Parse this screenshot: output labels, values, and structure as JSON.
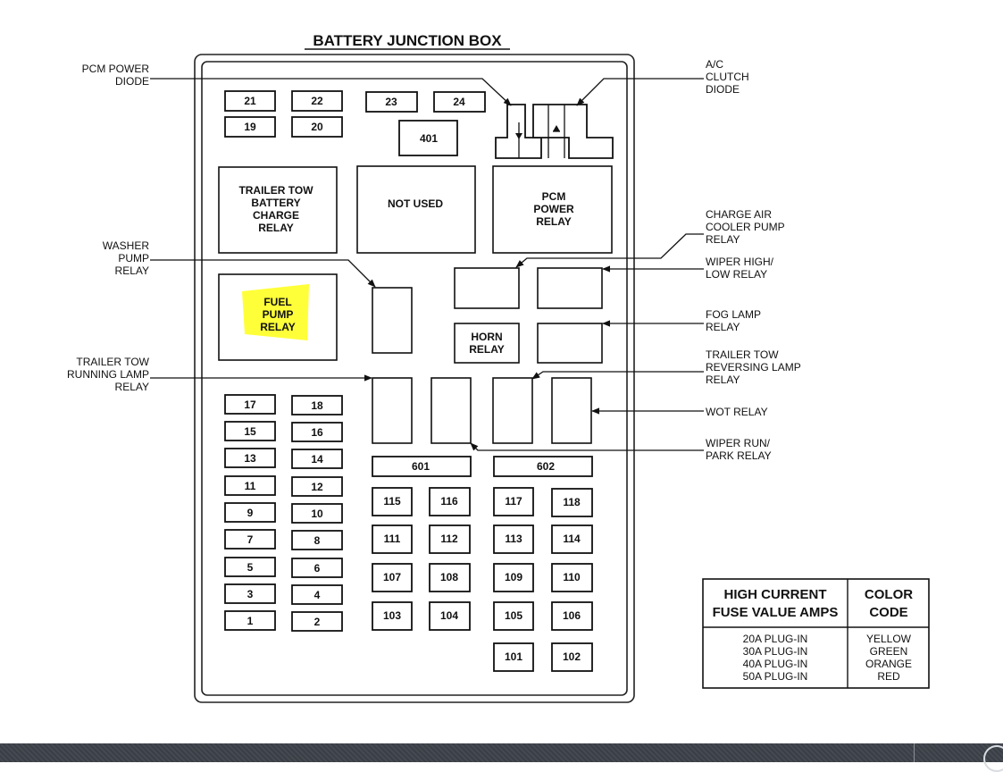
{
  "title": "BATTERY JUNCTION BOX",
  "fuses": {
    "f21": "21",
    "f22": "22",
    "f23": "23",
    "f24": "24",
    "f19": "19",
    "f20": "20",
    "f401": "401",
    "f17": "17",
    "f18": "18",
    "f15": "15",
    "f16": "16",
    "f13": "13",
    "f14": "14",
    "f11": "11",
    "f12": "12",
    "f9": "9",
    "f10": "10",
    "f7": "7",
    "f8": "8",
    "f5": "5",
    "f6": "6",
    "f3": "3",
    "f4": "4",
    "f1": "1",
    "f2": "2",
    "f601": "601",
    "f602": "602",
    "f115": "115",
    "f116": "116",
    "f117": "117",
    "f118": "118",
    "f111": "111",
    "f112": "112",
    "f113": "113",
    "f114": "114",
    "f107": "107",
    "f108": "108",
    "f109": "109",
    "f110": "110",
    "f103": "103",
    "f104": "104",
    "f105": "105",
    "f106": "106",
    "f101": "101",
    "f102": "102"
  },
  "relays": {
    "trailer_tow_battery": [
      "TRAILER TOW",
      "BATTERY",
      "CHARGE",
      "RELAY"
    ],
    "not_used": [
      "NOT USED"
    ],
    "pcm_power": [
      "PCM",
      "POWER",
      "RELAY"
    ],
    "fuel_pump": [
      "FUEL",
      "PUMP",
      "RELAY"
    ],
    "horn": [
      "HORN",
      "RELAY"
    ]
  },
  "callouts": {
    "pcm_power_diode": [
      "PCM POWER",
      "DIODE"
    ],
    "ac_clutch_diode": [
      "A/C",
      "CLUTCH",
      "DIODE"
    ],
    "charge_air_cooler": [
      "CHARGE AIR",
      "COOLER PUMP",
      "RELAY"
    ],
    "washer_pump": [
      "WASHER",
      "PUMP",
      "RELAY"
    ],
    "wiper_high_low": [
      "WIPER HIGH/",
      "LOW RELAY"
    ],
    "fog_lamp": [
      "FOG LAMP",
      "RELAY"
    ],
    "trailer_tow_running": [
      "TRAILER TOW",
      "RUNNING LAMP",
      "RELAY"
    ],
    "trailer_tow_reversing": [
      "TRAILER TOW",
      "REVERSING LAMP",
      "RELAY"
    ],
    "wot": [
      "WOT RELAY"
    ],
    "wiper_run_park": [
      "WIPER RUN/",
      "PARK RELAY"
    ]
  },
  "legend": {
    "header_amps": [
      "HIGH CURRENT",
      "FUSE VALUE AMPS"
    ],
    "header_color": [
      "COLOR",
      "CODE"
    ],
    "amps": [
      "20A PLUG-IN",
      "30A PLUG-IN",
      "40A PLUG-IN",
      "50A PLUG-IN"
    ],
    "colors": [
      "YELLOW",
      "GREEN",
      "ORANGE",
      "RED"
    ]
  },
  "colors": {
    "highlight": "#ffff2e",
    "footer": "#3f444b"
  }
}
